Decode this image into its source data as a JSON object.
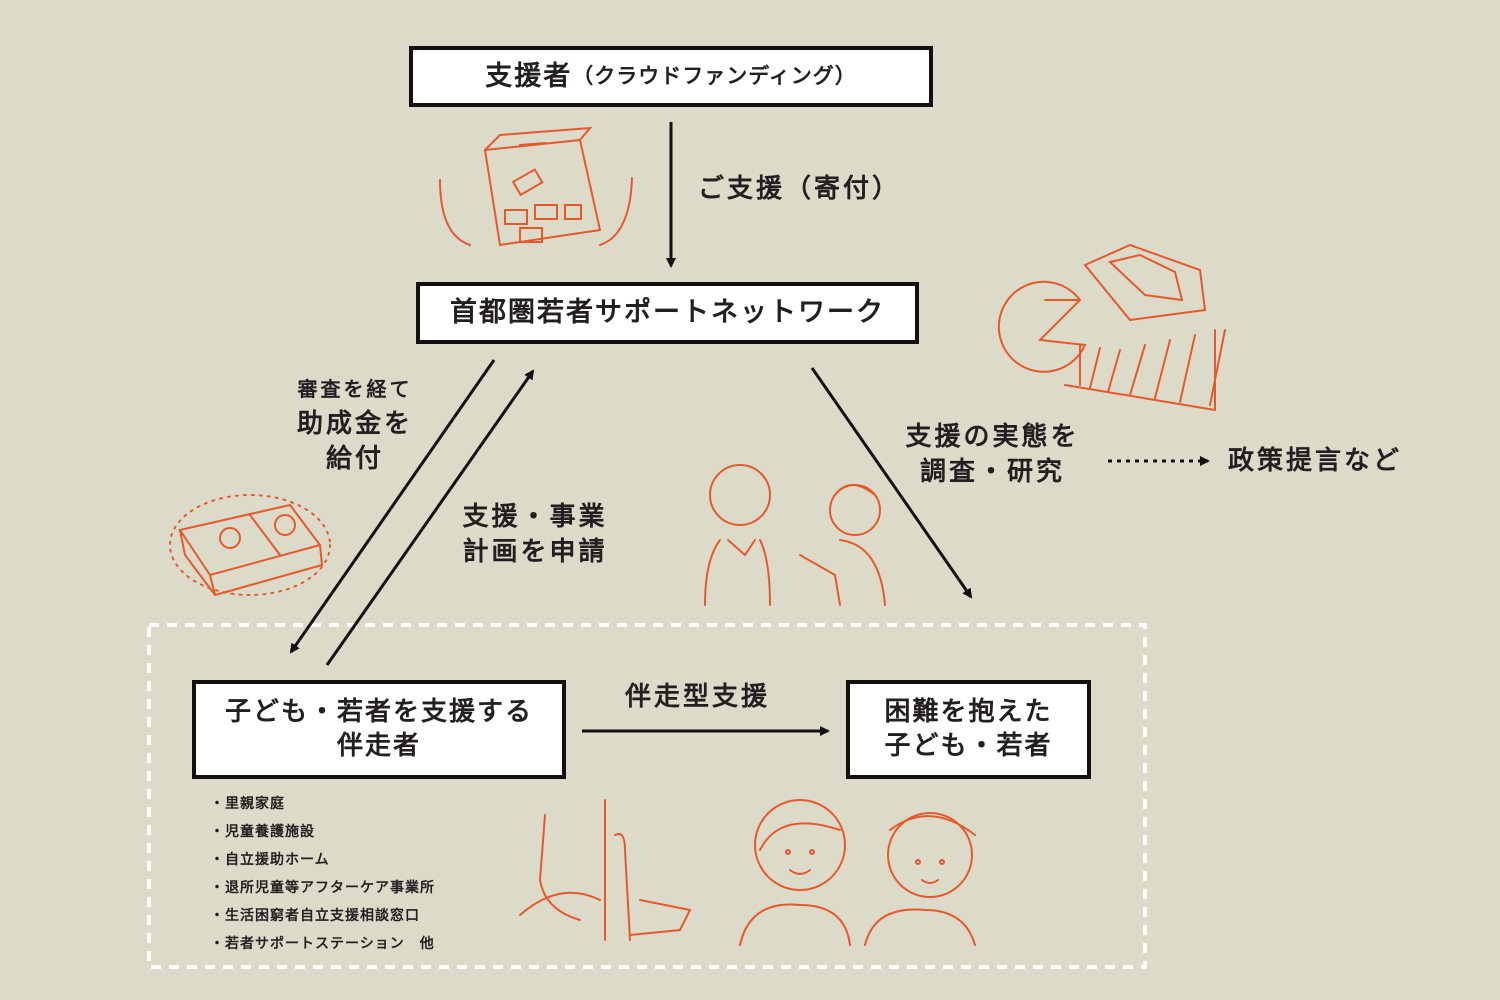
{
  "supporter_box": {
    "main": "支援者",
    "sub": "（クラウドファンディング）"
  },
  "donation_label": "ご支援（寄付）",
  "network_box": "首都圏若者サポートネットワーク",
  "grant_label": {
    "line1": "審査を経て",
    "line2": "助成金を",
    "line3": "給付"
  },
  "apply_label": {
    "line1": "支援・事業",
    "line2": "計画を申請"
  },
  "research_label": {
    "line1": "支援の実態を",
    "line2": "調査・研究"
  },
  "policy_label": "政策提言など",
  "companion_box": {
    "line1": "子ども・若者を支援する",
    "line2": "伴走者"
  },
  "accompany_label": "伴走型支援",
  "youth_box": {
    "line1": "困難を抱えた",
    "line2": "子ども・若者"
  },
  "companion_list": [
    "・里親家庭",
    "・児童養護施設",
    "・自立援助ホーム",
    "・退所児童等アフターケア事業所",
    "・生活困窮者自立支援相談窓口",
    "・若者サポートステーション　他"
  ],
  "colors": {
    "background": "#dcdbca",
    "illustration": "#e8592a",
    "line": "#111111"
  }
}
